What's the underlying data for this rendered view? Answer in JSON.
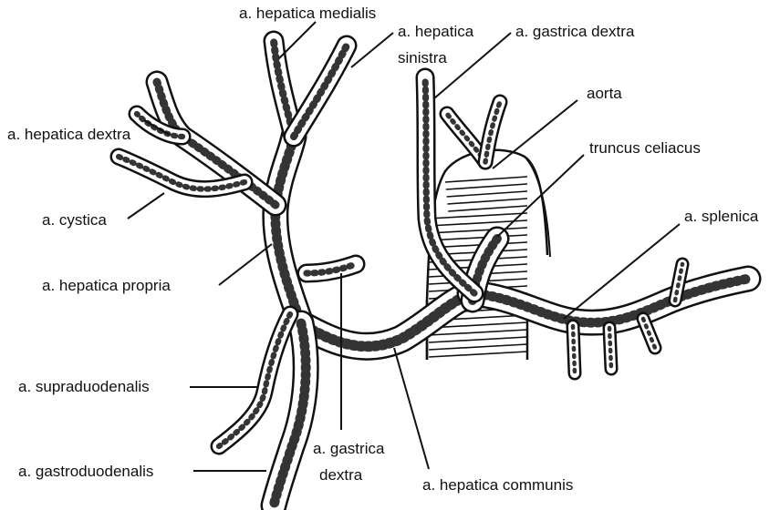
{
  "labels": {
    "hepatica_medialis": "a. hepatica medialis",
    "hepatica_sinistra_line1": "a. hepatica",
    "hepatica_sinistra_line2": "sinistra",
    "gastrica_dextra_top": "a. gastrica dextra",
    "aorta": "aorta",
    "hepatica_dextra": "a. hepatica dextra",
    "truncus_celiacus": "truncus celiacus",
    "cystica": "a. cystica",
    "splenica": "a. splenica",
    "hepatica_propria": "a. hepatica propria",
    "supraduodenalis": "a. supraduodenalis",
    "gastroduodenalis": "a. gastroduodenalis",
    "gastrica_dextra_bottom_line1": "a. gastrica",
    "gastrica_dextra_bottom_line2": "dextra",
    "hepatica_communis": "a. hepatica communis"
  }
}
